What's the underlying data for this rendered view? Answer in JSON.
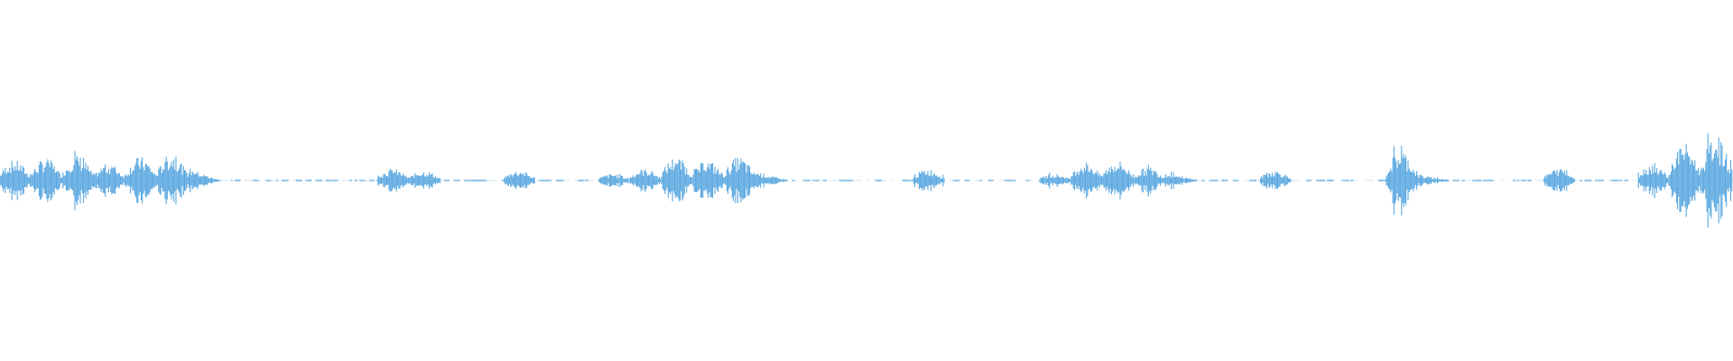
{
  "waveform": {
    "color": "#5BA8E0",
    "segments": [
      {
        "amp": 0.12,
        "kind": "burst"
      },
      {
        "amp": 0.13,
        "kind": "burst"
      },
      {
        "amp": 0.15,
        "kind": "burst"
      },
      {
        "amp": 0.1,
        "kind": "burst"
      },
      {
        "amp": 0.14,
        "kind": "burst"
      },
      {
        "amp": 0.16,
        "kind": "burst"
      },
      {
        "amp": 0.08,
        "kind": "tail"
      },
      {
        "amp": 0.02,
        "kind": "silence"
      },
      {
        "amp": 0.02,
        "kind": "silence"
      },
      {
        "amp": 0.01,
        "kind": "silence"
      },
      {
        "amp": 0.01,
        "kind": "silence"
      },
      {
        "amp": 0.02,
        "kind": "silence"
      },
      {
        "amp": 0.07,
        "kind": "burst"
      },
      {
        "amp": 0.06,
        "kind": "burst"
      },
      {
        "amp": 0.02,
        "kind": "silence"
      },
      {
        "amp": 0.01,
        "kind": "silence"
      },
      {
        "amp": 0.06,
        "kind": "burst"
      },
      {
        "amp": 0.02,
        "kind": "silence"
      },
      {
        "amp": 0.01,
        "kind": "silence"
      },
      {
        "amp": 0.04,
        "kind": "burst"
      },
      {
        "amp": 0.07,
        "kind": "burst"
      },
      {
        "amp": 0.14,
        "kind": "burst"
      },
      {
        "amp": 0.12,
        "kind": "burst"
      },
      {
        "amp": 0.14,
        "kind": "burst"
      },
      {
        "amp": 0.06,
        "kind": "tail"
      },
      {
        "amp": 0.02,
        "kind": "silence"
      },
      {
        "amp": 0.02,
        "kind": "silence"
      },
      {
        "amp": 0.01,
        "kind": "silence"
      },
      {
        "amp": 0.02,
        "kind": "silence"
      },
      {
        "amp": 0.07,
        "kind": "burst"
      },
      {
        "amp": 0.02,
        "kind": "silence"
      },
      {
        "amp": 0.02,
        "kind": "silence"
      },
      {
        "amp": 0.03,
        "kind": "silence"
      },
      {
        "amp": 0.04,
        "kind": "burst"
      },
      {
        "amp": 0.11,
        "kind": "burst"
      },
      {
        "amp": 0.12,
        "kind": "burst"
      },
      {
        "amp": 0.08,
        "kind": "burst"
      },
      {
        "amp": 0.06,
        "kind": "tail"
      },
      {
        "amp": 0.02,
        "kind": "silence"
      },
      {
        "amp": 0.01,
        "kind": "silence"
      },
      {
        "amp": 0.06,
        "kind": "burst"
      },
      {
        "amp": 0.02,
        "kind": "silence"
      },
      {
        "amp": 0.01,
        "kind": "silence"
      },
      {
        "amp": 0.02,
        "kind": "silence"
      },
      {
        "amp": 0.18,
        "kind": "burst"
      },
      {
        "amp": 0.04,
        "kind": "tail"
      },
      {
        "amp": 0.02,
        "kind": "silence"
      },
      {
        "amp": 0.02,
        "kind": "silence"
      },
      {
        "amp": 0.01,
        "kind": "silence"
      },
      {
        "amp": 0.07,
        "kind": "burst"
      },
      {
        "amp": 0.02,
        "kind": "silence"
      },
      {
        "amp": 0.02,
        "kind": "silence"
      },
      {
        "amp": 0.1,
        "kind": "burst"
      },
      {
        "amp": 0.22,
        "kind": "burst"
      },
      {
        "amp": 0.26,
        "kind": "burst"
      }
    ]
  }
}
